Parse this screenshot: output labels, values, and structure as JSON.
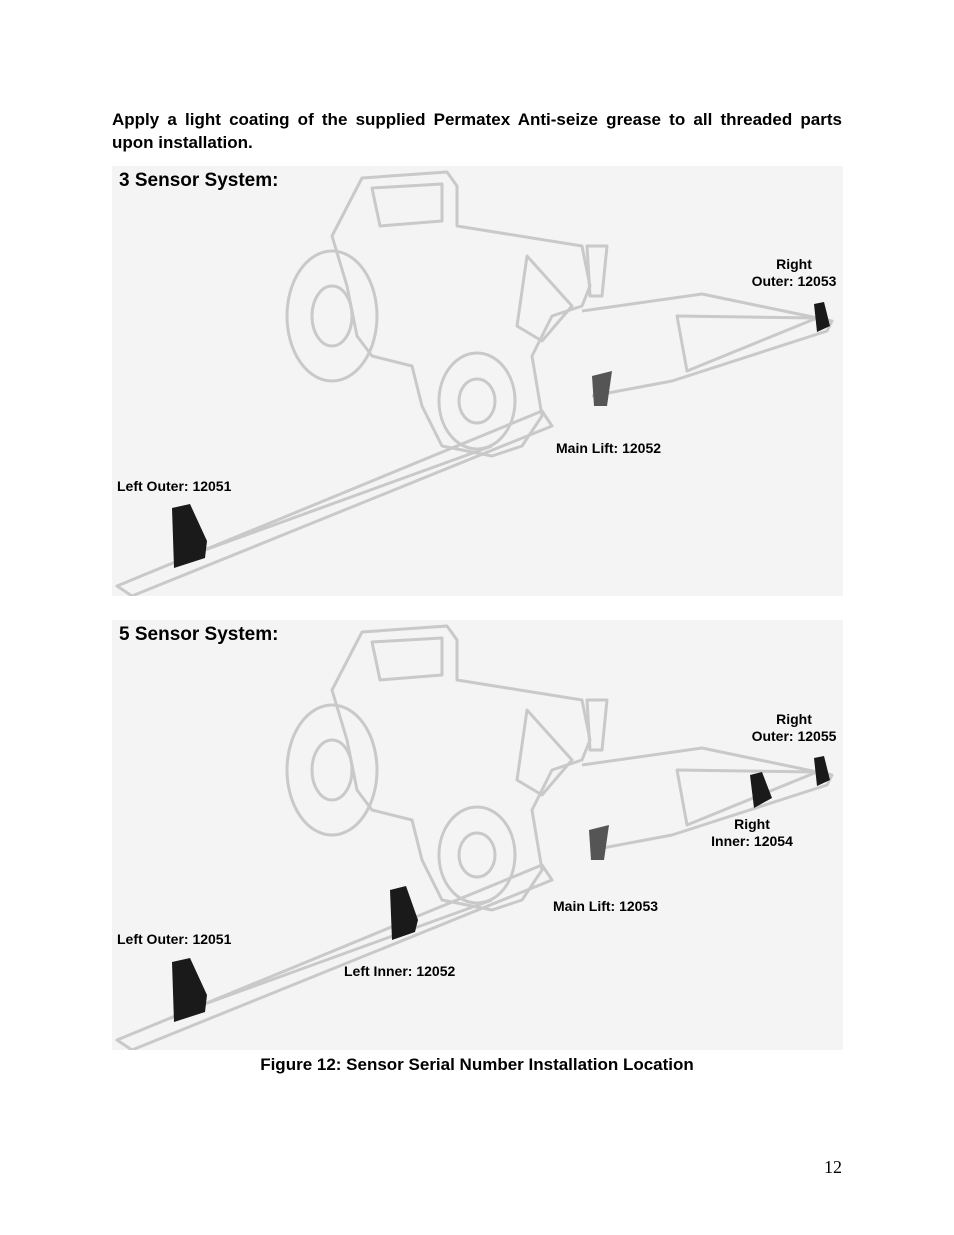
{
  "intro_text": "Apply a light coating of the supplied Permatex Anti-seize grease to all threaded parts upon installation.",
  "panel3": {
    "title": "3 Sensor System:",
    "labels": {
      "right_outer_1": "Right",
      "right_outer_2": "Outer: 12053",
      "main_lift": "Main Lift: 12052",
      "left_outer": "Left Outer: 12051"
    }
  },
  "panel5": {
    "title": "5 Sensor System:",
    "labels": {
      "right_outer_1": "Right",
      "right_outer_2": "Outer: 12055",
      "right_inner_1": "Right",
      "right_inner_2": "Inner: 12054",
      "main_lift": "Main Lift: 12053",
      "left_outer": "Left Outer: 12051",
      "left_inner": "Left Inner: 12052"
    }
  },
  "caption": "Figure 12: Sensor Serial Number Installation Location",
  "page_number": "12",
  "colors": {
    "outline": "#c8c8c8",
    "sensor": "#1a1a1a",
    "panel_bg": "#f4f4f4"
  }
}
